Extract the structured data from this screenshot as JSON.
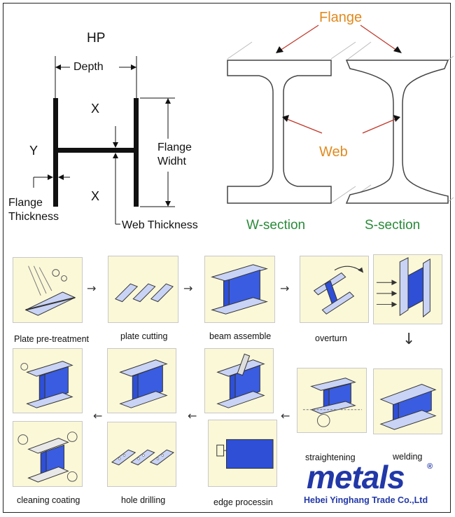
{
  "diagram": {
    "hp_title": "HP",
    "depth": "Depth",
    "x_top": "X",
    "x_bottom": "X",
    "y_axis": "Y",
    "flange_widht": [
      "Flange",
      "Widht"
    ],
    "flange_thickness": [
      "Flange",
      "Thickness"
    ],
    "web_thickness": "Web Thickness",
    "flange": "Flange",
    "web": "Web",
    "w_section": "W-section",
    "s_section": "S-section"
  },
  "process": {
    "steps": [
      "Plate pre-treatment",
      "plate cutting",
      "beam assemble",
      "overturn",
      "straightening",
      "welding",
      "edge processin",
      "hole drilling",
      "cleaning coating"
    ]
  },
  "brand": {
    "logo": "metals",
    "registered": "®",
    "company": "Hebei Yinghang Trade Co.,Ltd"
  },
  "colors": {
    "panel_bg": "#fbf8d8",
    "steel_blue": "#2e4fd6",
    "flange_label": "#e08a1e",
    "section_label": "#2a8a3a",
    "arrow_red": "#c0392b"
  }
}
